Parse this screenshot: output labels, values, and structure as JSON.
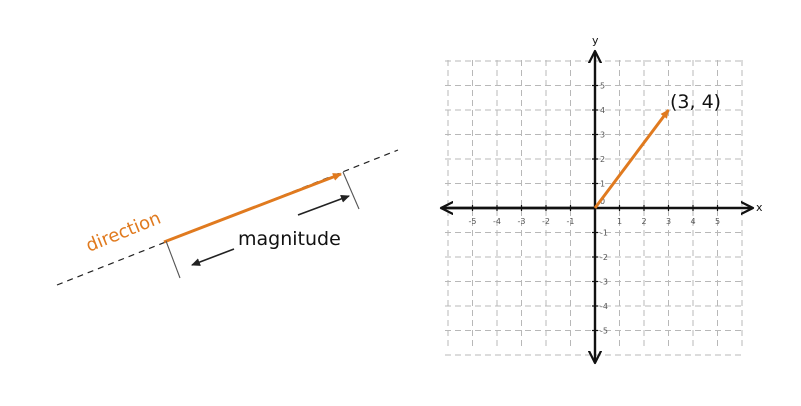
{
  "left_diagram": {
    "direction_label": "direction",
    "magnitude_label": "magnitude",
    "colors": {
      "vector": "#e07a1f",
      "line": "#222222",
      "guide": "#444444"
    }
  },
  "right_diagram": {
    "x_axis_label": "x",
    "y_axis_label": "y",
    "point_label": "(3, 4)",
    "colors": {
      "vector": "#e07a1f",
      "axis": "#111111",
      "grid": "#b8b8b8"
    }
  },
  "chart_data": {
    "type": "vector",
    "x_ticks": [
      "-5",
      "-4",
      "-3",
      "-2",
      "-1",
      "0",
      "1",
      "2",
      "3",
      "4",
      "5"
    ],
    "y_ticks": [
      "-5",
      "-4",
      "-3",
      "-2",
      "-1",
      "0",
      "1",
      "2",
      "3",
      "4",
      "5"
    ],
    "xlim": [
      -6,
      6
    ],
    "ylim": [
      -6,
      6
    ],
    "vector": {
      "from": [
        0,
        0
      ],
      "to": [
        3,
        4
      ]
    },
    "grid": true,
    "xlabel": "x",
    "ylabel": "y"
  }
}
